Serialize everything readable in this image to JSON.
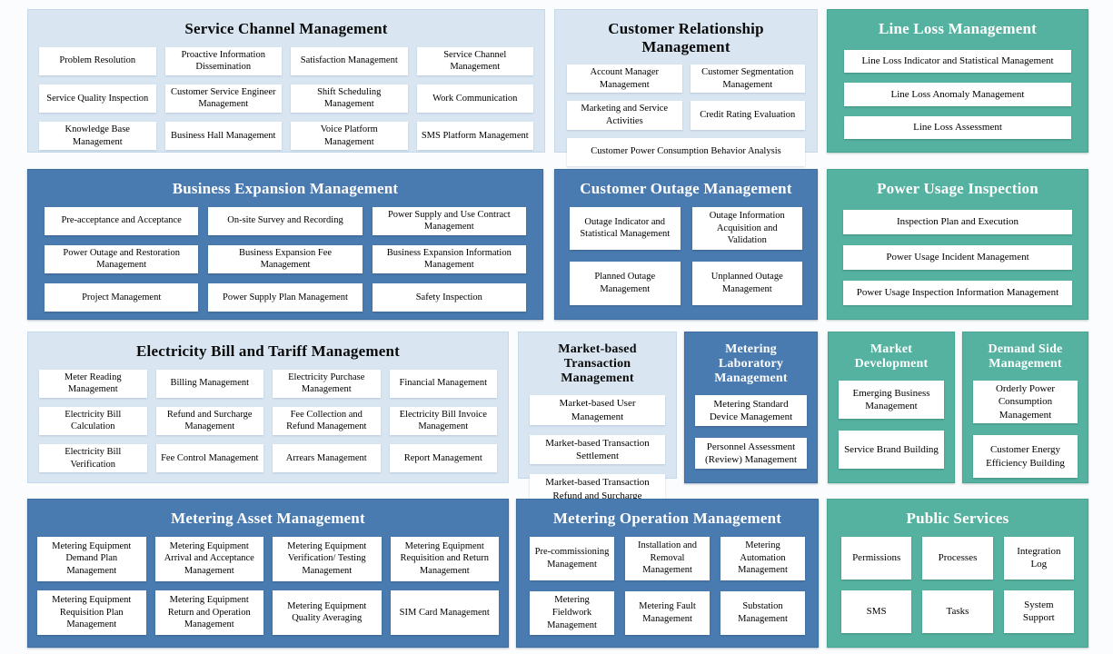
{
  "colors": {
    "page_background": "#fbfcfd",
    "light_panel": "#d9e6f2",
    "blue_panel": "#4a7bb0",
    "teal_panel": "#55b2a0",
    "box_background": "#ffffff",
    "dark_title_text": "#0a0a0a",
    "light_title_text": "#ffffff",
    "item_text": "#000000"
  },
  "panels": [
    {
      "title": "Service Channel Management",
      "variant": "light",
      "items": [
        "Problem Resolution",
        "Proactive Information Dissemination",
        "Satisfaction Management",
        "Service Channel Management",
        "Service Quality Inspection",
        "Customer Service Engineer Management",
        "Shift Scheduling Management",
        "Work Communication",
        "Knowledge Base Management",
        "Business Hall Management",
        "Voice Platform Management",
        "SMS Platform Management"
      ]
    },
    {
      "title": "Customer Relationship Management",
      "variant": "light",
      "items": [
        "Account Manager Management",
        "Customer Segmentation Management",
        "Marketing and Service Activities",
        "Credit Rating Evaluation",
        {
          "label": "Customer Power Consumption Behavior Analysis",
          "span": 2
        }
      ]
    },
    {
      "title": "Line Loss Management",
      "variant": "teal",
      "items": [
        "Line Loss Indicator and Statistical Management",
        "Line Loss Anomaly Management",
        "Line Loss Assessment"
      ]
    },
    {
      "title": "Business Expansion Management",
      "variant": "blue",
      "items": [
        "Pre-acceptance and Acceptance",
        "On-site Survey and Recording",
        "Power Supply and Use Contract Management",
        "Power Outage and Restoration Management",
        "Business Expansion Fee Management",
        "Business Expansion Information Management",
        "Project Management",
        "Power Supply Plan Management",
        "Safety Inspection"
      ]
    },
    {
      "title": "Customer Outage Management",
      "variant": "blue",
      "items": [
        "Outage Indicator and Statistical Management",
        "Outage Information Acquisition and Validation",
        "Planned Outage Management",
        "Unplanned Outage Management"
      ]
    },
    {
      "title": "Power Usage Inspection",
      "variant": "teal",
      "items": [
        "Inspection Plan and Execution",
        "Power Usage Incident Management",
        "Power Usage Inspection Information Management"
      ]
    },
    {
      "title": "Electricity Bill and Tariff Management",
      "variant": "light",
      "items": [
        "Meter Reading Management",
        "Billing Management",
        "Electricity Purchase Management",
        "Financial Management",
        "Electricity Bill Calculation",
        "Refund and Surcharge Management",
        "Fee Collection and Refund Management",
        "Electricity Bill Invoice Management",
        "Electricity Bill Verification",
        "Fee Control Management",
        "Arrears Management",
        "Report Management"
      ]
    },
    {
      "title": "Market-based Transaction Management",
      "variant": "light",
      "items": [
        "Market-based User Management",
        "Market-based Transaction Settlement",
        "Market-based Transaction Refund and Surcharge"
      ]
    },
    {
      "title": "Metering Laboratory Management",
      "variant": "blue",
      "items": [
        "Metering Standard Device Management",
        "Personnel Assessment (Review) Management"
      ]
    },
    {
      "title": "Market Development",
      "variant": "teal",
      "items": [
        "Emerging Business Management",
        "Service Brand Building"
      ]
    },
    {
      "title": "Demand Side Management",
      "variant": "teal",
      "items": [
        "Orderly Power Consumption Management",
        "Customer Energy Efficiency Building"
      ]
    },
    {
      "title": "Metering Asset Management",
      "variant": "blue",
      "items": [
        "Metering Equipment Demand Plan Management",
        "Metering Equipment Arrival and Acceptance Management",
        "Metering Equipment Verification/ Testing Management",
        "Metering Equipment Requisition and Return Management",
        "Metering Equipment Requisition Plan Management",
        "Metering Equipment Return and Operation Management",
        "Metering Equipment Quality Averaging",
        "SIM Card Management"
      ]
    },
    {
      "title": "Metering Operation Management",
      "variant": "blue",
      "items": [
        "Pre-commissioning Management",
        "Installation and Removal Management",
        "Metering Automation Management",
        "Metering Fieldwork Management",
        "Metering Fault Management",
        "Substation Management"
      ]
    },
    {
      "title": "Public Services",
      "variant": "teal",
      "items": [
        "Permissions",
        "Processes",
        "Integration Log",
        "SMS",
        "Tasks",
        "System Support"
      ]
    }
  ]
}
